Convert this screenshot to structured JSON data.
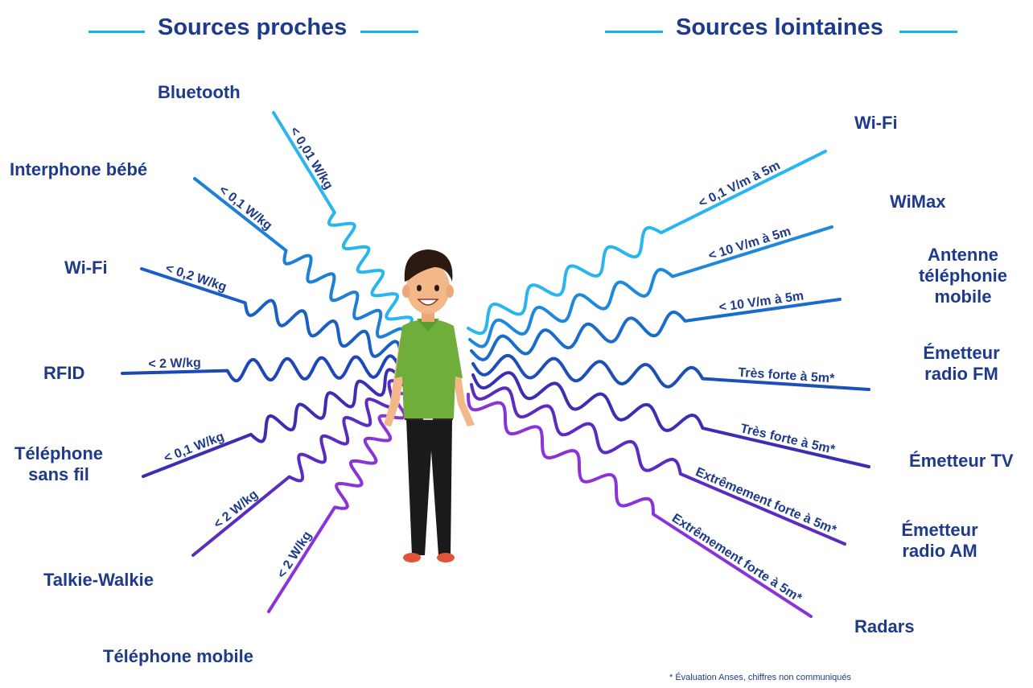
{
  "headers": {
    "near": "Sources proches",
    "far": "Sources lointaines"
  },
  "near_sources": [
    {
      "name": "Bluetooth",
      "value": "< 0,01 W/kg",
      "color": "#29b6ee"
    },
    {
      "name": "Interphone bébé",
      "value": "< 0,1 W/kg",
      "color": "#1e7fd6"
    },
    {
      "name": "Wi-Fi",
      "value": "< 0,2 W/kg",
      "color": "#1a5fc4"
    },
    {
      "name": "RFID",
      "value": "< 2 W/kg",
      "color": "#1d46b6"
    },
    {
      "name": "Téléphone\nsans fil",
      "value": "< 0,1 W/kg",
      "color": "#3a2fb2"
    },
    {
      "name": "Talkie-Walkie",
      "value": "< 2 W/kg",
      "color": "#5a2cc0"
    },
    {
      "name": "Téléphone mobile",
      "value": "< 2 W/kg",
      "color": "#8a34d8"
    }
  ],
  "far_sources": [
    {
      "name": "Wi-Fi",
      "value": "< 0,1 V/m à 5m",
      "color": "#29b6ee"
    },
    {
      "name": "WiMax",
      "value": "< 10 V/m à 5m",
      "color": "#1e88dc"
    },
    {
      "name": "Antenne\ntéléphonie\nmobile",
      "value": "< 10 V/m à 5m",
      "color": "#1a6ccc"
    },
    {
      "name": "Émetteur\nradio FM",
      "value": "Très forte à 5m*",
      "color": "#1d4fb8"
    },
    {
      "name": "Émetteur TV",
      "value": "Très forte à 5m*",
      "color": "#3a2fb2"
    },
    {
      "name": "Émetteur\nradio AM",
      "value": "Extrêmement forte à 5m*",
      "color": "#5a2cc0"
    },
    {
      "name": "Radars",
      "value": "Extrêmement forte à 5m*",
      "color": "#8a34d8"
    }
  ],
  "footnote": "* Évaluation Anses, chiffres non communiqués",
  "colors": {
    "header_text": "#1e3a8a",
    "header_line": "#1ab0e8",
    "shirt": "#6fae3a",
    "pants": "#1a1a1a",
    "skin": "#f3b88a",
    "hair": "#2a1a12",
    "shoes": "#e0553a"
  },
  "icons": [
    "person-illustration"
  ]
}
